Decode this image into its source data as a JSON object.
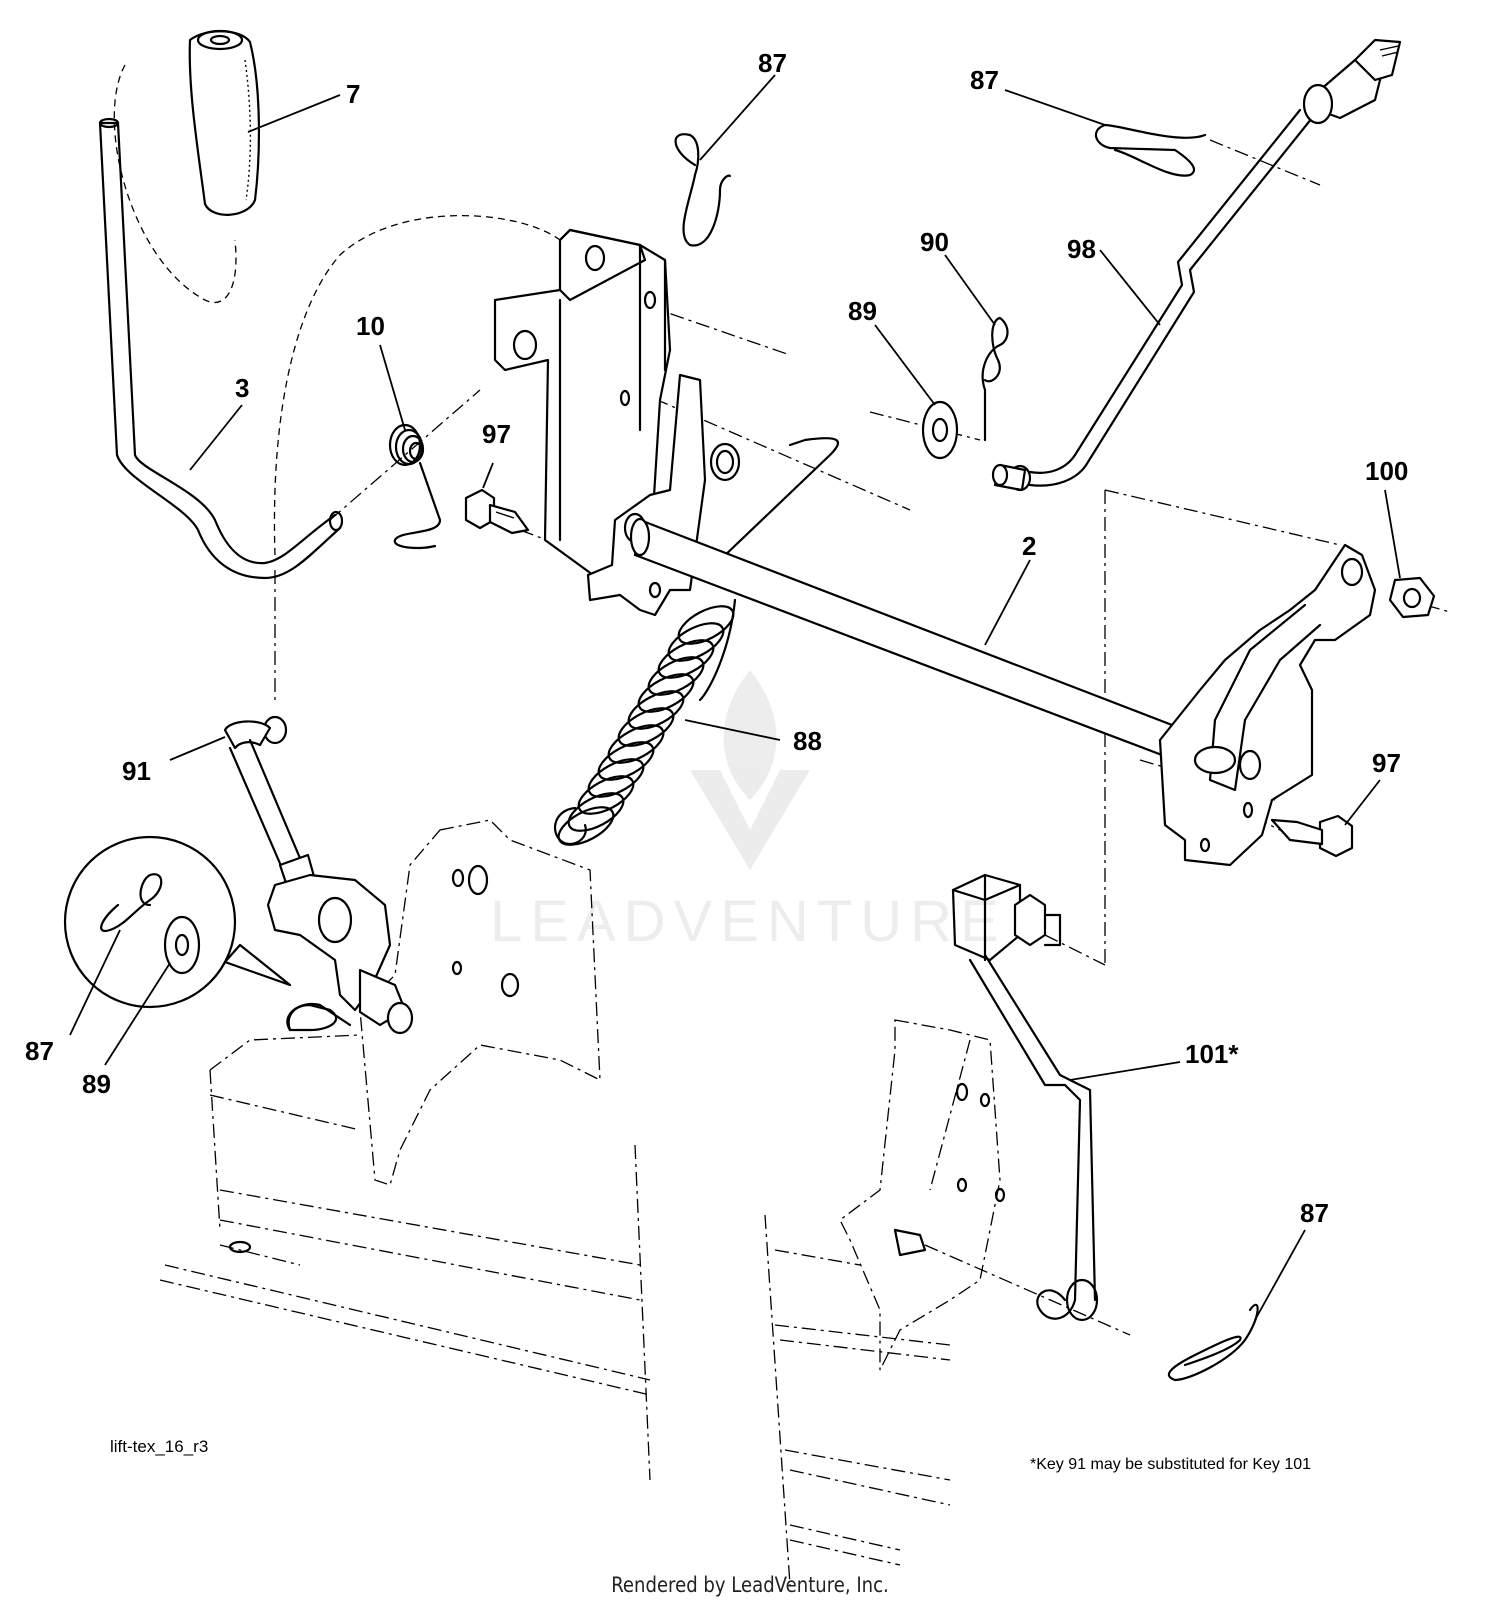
{
  "diagram": {
    "callouts": [
      {
        "id": "c7",
        "text": "7"
      },
      {
        "id": "c87a",
        "text": "87"
      },
      {
        "id": "c87b",
        "text": "87"
      },
      {
        "id": "c90",
        "text": "90"
      },
      {
        "id": "c98",
        "text": "98"
      },
      {
        "id": "c89a",
        "text": "89"
      },
      {
        "id": "c10",
        "text": "10"
      },
      {
        "id": "c3",
        "text": "3"
      },
      {
        "id": "c97a",
        "text": "97"
      },
      {
        "id": "c100",
        "text": "100"
      },
      {
        "id": "c2",
        "text": "2"
      },
      {
        "id": "c88",
        "text": "88"
      },
      {
        "id": "c91",
        "text": "91"
      },
      {
        "id": "c97b",
        "text": "97"
      },
      {
        "id": "c87c",
        "text": "87"
      },
      {
        "id": "c89b",
        "text": "89"
      },
      {
        "id": "c101",
        "text": "101*"
      },
      {
        "id": "c87d",
        "text": "87"
      }
    ],
    "drawing_id": "lift-tex_16_r3",
    "footnote": "*Key 91 may be substituted for Key 101",
    "rendered_by": "Rendered by LeadVenture, Inc.",
    "watermark": "LEADVENTURE"
  }
}
